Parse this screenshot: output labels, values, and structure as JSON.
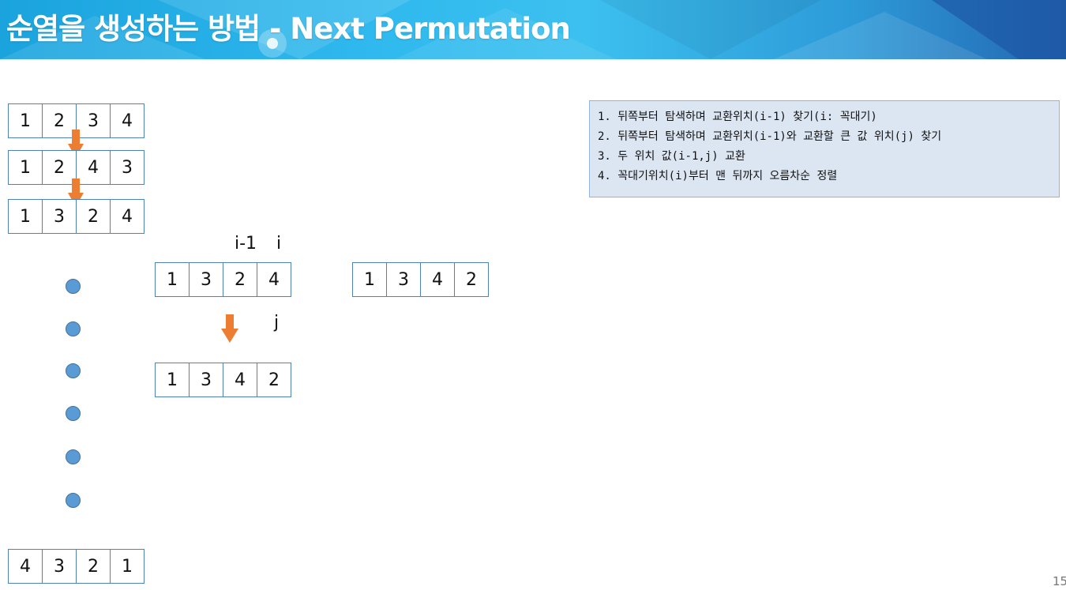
{
  "header": {
    "title": "순열을 생성하는 방법 - Next Permutation"
  },
  "sequence": {
    "first": [
      "1",
      "2",
      "3",
      "4"
    ],
    "second": [
      "1",
      "2",
      "4",
      "3"
    ],
    "third": [
      "1",
      "3",
      "2",
      "4"
    ],
    "last": [
      "4",
      "3",
      "2",
      "1"
    ]
  },
  "example": {
    "label_i_minus_1": "i-1",
    "label_i": "i",
    "label_j": "j",
    "before": [
      "1",
      "3",
      "2",
      "4"
    ],
    "swapped": [
      "1",
      "3",
      "4",
      "2"
    ],
    "result": [
      "1",
      "3",
      "4",
      "2"
    ]
  },
  "steps": [
    "1. 뒤쪽부터 탐색하며 교환위치(i-1) 찾기(i: 꼭대기)",
    "2. 뒤쪽부터 탐색하며 교환위치(i-1)와 교환할 큰 값 위치(j) 찾기",
    "3. 두 위치 값(i-1,j) 교환",
    "4. 꼭대기위치(i)부터 맨 뒤까지 오름차순 정렬"
  ],
  "page_number": "15",
  "colors": {
    "cell_border": "#4f81bd",
    "arrow": "#ed7d31",
    "dot": "#5b9bd5",
    "steps_bg": "#dce6f2"
  }
}
